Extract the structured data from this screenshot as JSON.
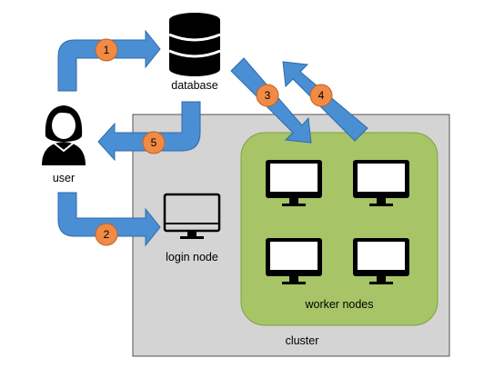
{
  "labels": {
    "database": "database",
    "user": "user",
    "login_node": "login node",
    "worker_nodes": "worker nodes",
    "cluster": "cluster"
  },
  "steps": [
    "1",
    "2",
    "3",
    "4",
    "5"
  ],
  "colors": {
    "cluster_fill": "#d4d4d4",
    "worker_fill": "#a7c467",
    "worker_border": "#80a040",
    "arrow_fill": "#4a8fd4",
    "arrow_stroke": "#2f6aa8",
    "badge_fill": "#f08a45",
    "badge_stroke": "#c0622a"
  }
}
